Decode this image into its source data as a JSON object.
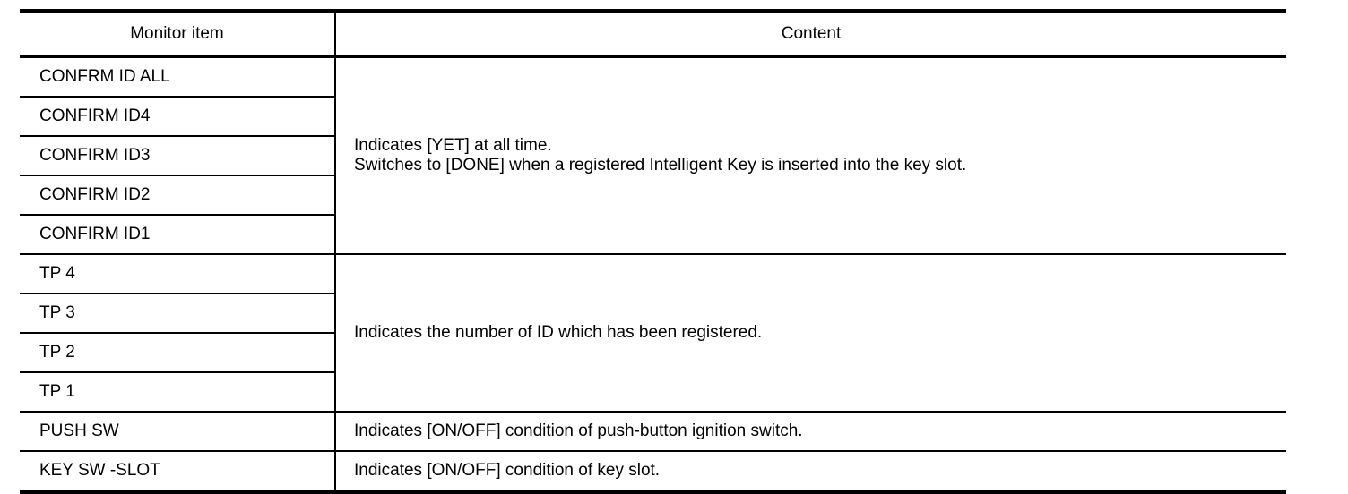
{
  "table": {
    "headers": {
      "item": "Monitor item",
      "content": "Content"
    },
    "groups": [
      {
        "id": "confirm-id-group",
        "items": [
          "CONFRM ID ALL",
          "CONFIRM ID4",
          "CONFIRM ID3",
          "CONFIRM ID2",
          "CONFIRM ID1"
        ],
        "content_lines": [
          "Indicates [YET] at all time.",
          "Switches to [DONE] when a registered Intelligent Key is inserted into the key slot."
        ]
      },
      {
        "id": "tp-group",
        "items": [
          "TP 4",
          "TP 3",
          "TP 2",
          "TP 1"
        ],
        "content_lines": [
          "Indicates the number of ID which has been registered."
        ]
      },
      {
        "id": "push-sw-group",
        "items": [
          "PUSH SW"
        ],
        "content_lines": [
          "Indicates [ON/OFF] condition of push-button ignition switch."
        ]
      },
      {
        "id": "key-sw-slot-group",
        "items": [
          "KEY SW -SLOT"
        ],
        "content_lines": [
          "Indicates [ON/OFF] condition of key slot."
        ]
      }
    ]
  },
  "style": {
    "text_color": "#000000",
    "rule_color": "#000000",
    "background": "#ffffff"
  }
}
